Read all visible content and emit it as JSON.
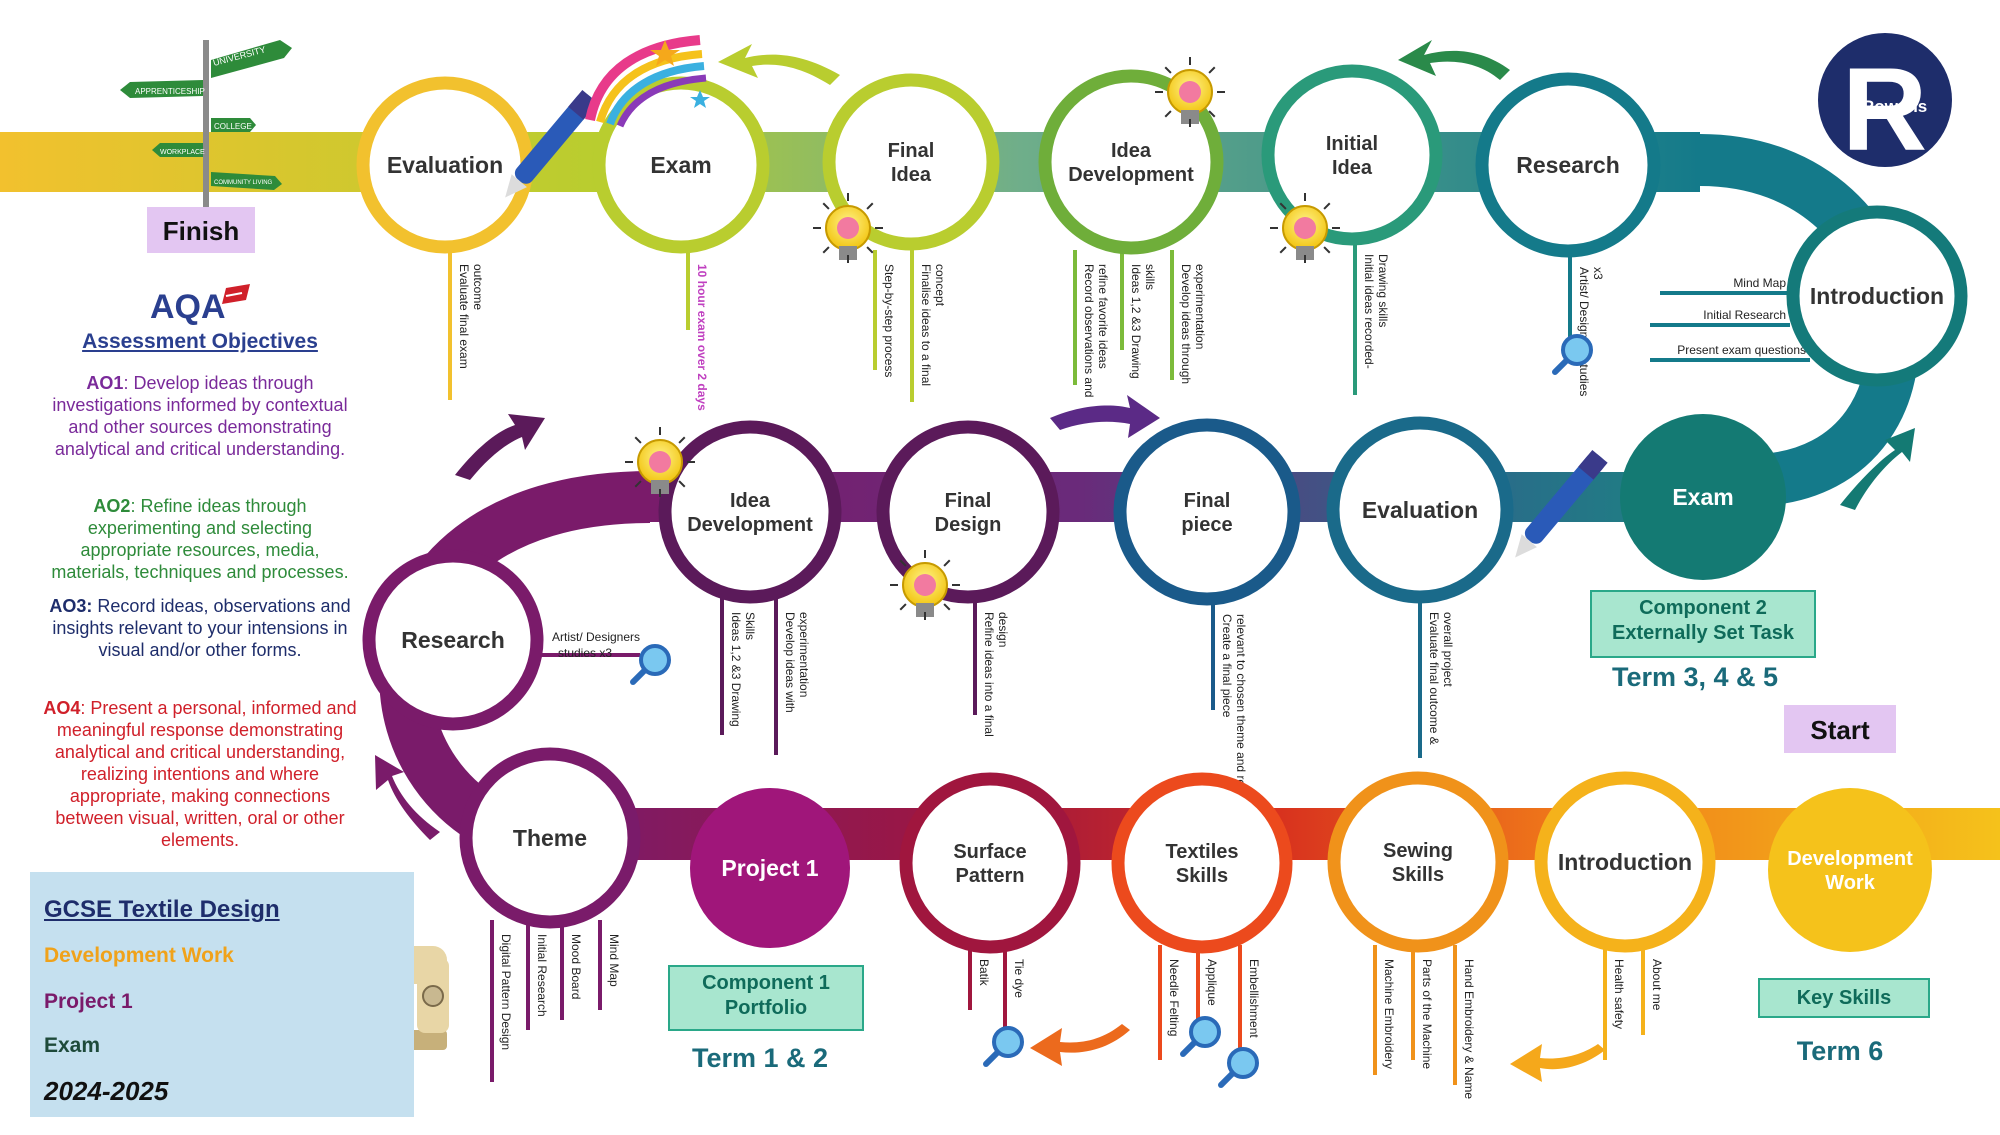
{
  "colors": {
    "gold": "#f2c12e",
    "lime": "#b9cd2f",
    "teal": "#1f8a8a",
    "dark_teal": "#147a73",
    "purple": "#7a1b6a",
    "violet": "#5b2a86",
    "red": "#c0263a",
    "orange": "#ec6a1d",
    "aqa_blue": "#2a3f8f",
    "rowans_navy": "#1e2d6b",
    "legend_bg": "#c5e0ef"
  },
  "labels": {
    "finish": "Finish",
    "start": "Start",
    "logo_aqa": "AQA",
    "logo_rowans": "Rowans"
  },
  "signpost": [
    "UNIVERSITY",
    "APPRENTICESHIP",
    "COLLEGE",
    "WORKPLACE",
    "COMMUNITY LIVING"
  ],
  "assessment": {
    "title": "Assessment Objectives",
    "items": [
      {
        "key": "AO1",
        "text": ": Develop ideas through investigations informed by contextual and other sources demonstrating analytical and critical understanding.",
        "color": "#7a2a9a"
      },
      {
        "key": "AO2",
        "text": ": Refine ideas through experimenting and selecting appropriate resources, media, materials, techniques and processes.",
        "color": "#2e8b3a"
      },
      {
        "key": "AO3:",
        "text": " Record ideas, observations and insights relevant to your intensions in visual and/or other forms.",
        "color": "#1e2d6b"
      },
      {
        "key": "AO4",
        "text": ": Present a personal, informed and meaningful response demonstrating analytical and critical understanding, realizing intentions and where appropriate, making connections between visual, written, oral or other elements.",
        "color": "#d0202a"
      }
    ]
  },
  "legend": {
    "title": "GCSE Textile Design",
    "development": "Development Work",
    "project": "Project 1",
    "exam": "Exam",
    "year": "2024-2025"
  },
  "top_row": [
    {
      "label": "Evaluation",
      "notes": [
        "Evaluate final exam outcome"
      ]
    },
    {
      "label": "Exam",
      "notes": [
        "10 hour exam over 2 days"
      ]
    },
    {
      "label": "Final Idea",
      "notes": [
        "Step-by-step process",
        "Finalise ideas to a final concept"
      ]
    },
    {
      "label": "Idea Development",
      "notes": [
        "Record observations and refine favorite ideas",
        "Ideas 1,2 &3 Drawing skills",
        "Develop ideas through experimentation"
      ]
    },
    {
      "label": "Initial Idea",
      "notes": [
        "Initial ideas recorded- Drawing skills"
      ]
    },
    {
      "label": "Research",
      "notes": [
        "Artist/ Designers studies x3"
      ]
    },
    {
      "label": "Introduction",
      "notes": [
        "Mind Map",
        "Initial Research",
        "Present exam questions"
      ]
    }
  ],
  "middle_row": [
    {
      "label": "Research",
      "notes": [
        "Artist/ Designers studies x3"
      ]
    },
    {
      "label": "Idea Development",
      "notes": [
        "Ideas 1,2 &3 Drawing Skills",
        "Develop ideas with experimentation"
      ]
    },
    {
      "label": "Final Design",
      "notes": [
        "Refine ideas into a final design"
      ]
    },
    {
      "label": "Final piece",
      "notes": [
        "Create a final piece relevant to chosen theme and research"
      ]
    },
    {
      "label": "Evaluation",
      "notes": [
        "Evaluate final outcome & overall project"
      ]
    },
    {
      "label": "Exam",
      "notes": []
    }
  ],
  "bottom_row": [
    {
      "label": "Theme",
      "notes": [
        "Digital Pattern Design",
        "Initial Research",
        "Mood Board",
        "Mind Map"
      ]
    },
    {
      "label": "Project 1",
      "notes": []
    },
    {
      "label": "Surface Pattern",
      "notes": [
        "Batik",
        "Tie dye"
      ]
    },
    {
      "label": "Textiles Skills",
      "notes": [
        "Needle Felting",
        "Applique",
        "Embellishment"
      ]
    },
    {
      "label": "Sewing Skills",
      "notes": [
        "Machine Embroidery",
        "Parts of the Machine",
        "Hand Embroidery & Name"
      ]
    },
    {
      "label": "Introduction",
      "notes": [
        "Health safety",
        "About me"
      ]
    },
    {
      "label": "Development Work",
      "notes": []
    }
  ],
  "components": {
    "c1": "Component 1 Portfolio",
    "c2": "Component 2 Externally Set Task",
    "key_skills": "Key Skills",
    "term12": "Term 1 & 2",
    "term345": "Term 3, 4 & 5",
    "term6": "Term 6"
  }
}
